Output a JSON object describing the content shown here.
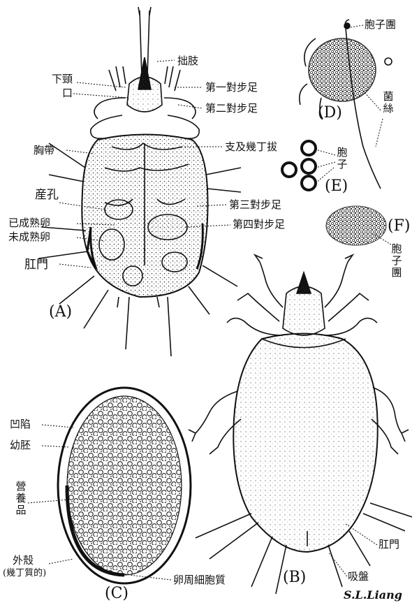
{
  "figure_labels": {
    "a": "(A)",
    "b": "(B)",
    "c": "(C)",
    "d": "(D)",
    "e": "(E)",
    "f": "(F)"
  },
  "labels_a": {
    "chelicerae": "拙肢",
    "lower_jaw": "下頸",
    "mouth": "口",
    "leg_pair_1": "第一對步足",
    "leg_pair_2": "第二對步足",
    "thoracic_band": "胸帶",
    "support_chitin": "支及幾丁拔",
    "genital_pore": "産孔",
    "leg_pair_3": "第三對步足",
    "mature_egg": "已成熟卵",
    "immature_egg": "未成熟卵",
    "leg_pair_4": "第四對步足",
    "anus": "肛門"
  },
  "labels_c": {
    "pit": "凹陷",
    "larva": "幼胚",
    "nutrient": "營養品",
    "shell": "外殼",
    "shell_note": "(幾丁質的)",
    "egg_cell": "卵周細胞質"
  },
  "labels_b": {
    "anus": "肛門",
    "sucker": "吸盤"
  },
  "labels_fungus": {
    "spore_mass_d": "胞子團",
    "hypha": "菌絲",
    "spore": "胞子",
    "spore_mass_f": "胞子團"
  },
  "signature": "S.L.Liang"
}
